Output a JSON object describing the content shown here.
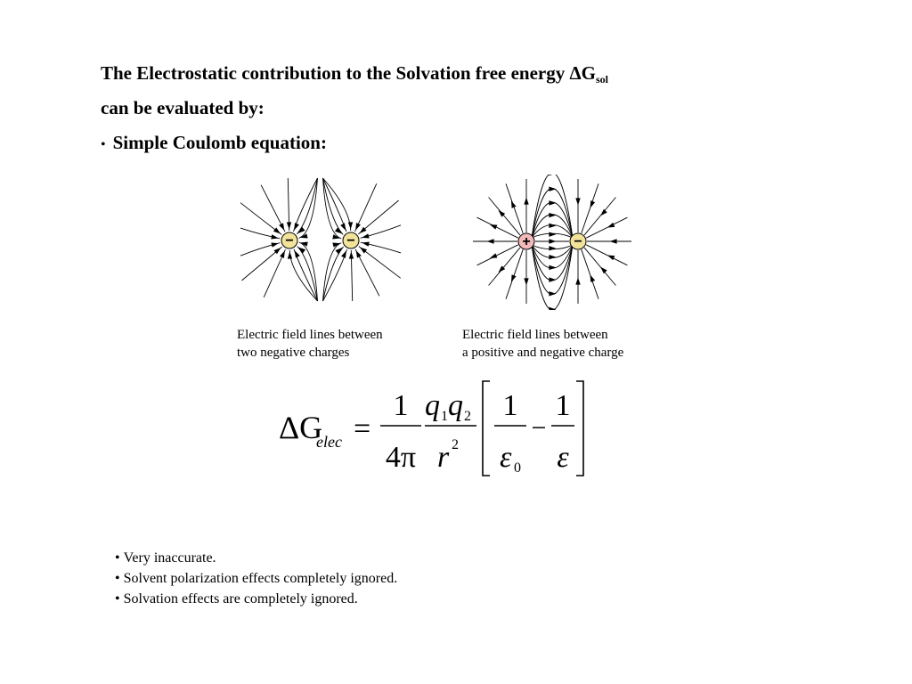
{
  "heading": {
    "line1": "The Electrostatic contribution to the Solvation free energy ",
    "delta_symbol": "ΔG",
    "subscript": "sol",
    "line2": "can be evaluated by:"
  },
  "main_bullet": {
    "marker": "•",
    "text": "Simple Coulomb equation:"
  },
  "figures": [
    {
      "charges": [
        "−",
        "−"
      ],
      "caption_line1": "Electric field lines between",
      "caption_line2": "two negative charges"
    },
    {
      "charges": [
        "+",
        "−"
      ],
      "caption_line1": "Electric field lines between",
      "caption_line2": "a positive and negative charge"
    }
  ],
  "equation": {
    "lhs": "ΔG",
    "lhs_sub": "elec",
    "equals": "=",
    "f1_num": "1",
    "f1_den": "4π",
    "f2_num_q": "q",
    "f2_num_sub1": "1",
    "f2_num_sub2": "2",
    "f2_den": "r",
    "f2_den_exp": "2",
    "f3_num": "1",
    "f3_den": "ε",
    "f3_den_sub": "0",
    "minus": "−",
    "f4_num": "1",
    "f4_den": "ε"
  },
  "notes": [
    "Very inaccurate.",
    "Solvent polarization effects completely ignored.",
    "Solvation effects are completely ignored."
  ],
  "colors": {
    "positive_charge": "#f3b8b8",
    "negative_charge": "#f2e39a"
  }
}
